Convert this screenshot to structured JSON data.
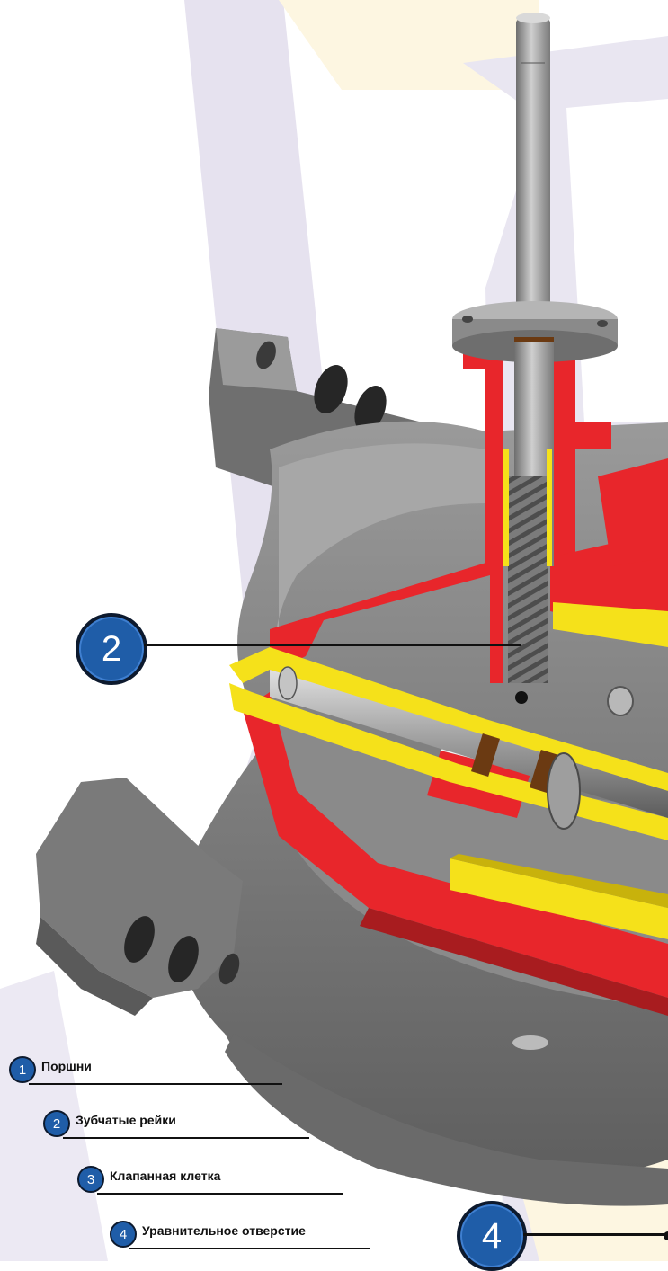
{
  "callouts": [
    {
      "number": "2"
    },
    {
      "number": "4"
    }
  ],
  "legend": [
    {
      "number": "1",
      "label": "Поршни"
    },
    {
      "number": "2",
      "label": "Зубчатые рейки"
    },
    {
      "number": "3",
      "label": "Клапанная клетка"
    },
    {
      "number": "4",
      "label": "Уравнительное отверстие"
    }
  ],
  "colors": {
    "body_gray": "#8c8c8c",
    "section_red": "#e8262b",
    "section_yellow": "#f5e11a",
    "callout_blue": "#1f5da8",
    "watermark_lilac": "#e6e2ef",
    "watermark_cream": "#fdf6e1"
  }
}
